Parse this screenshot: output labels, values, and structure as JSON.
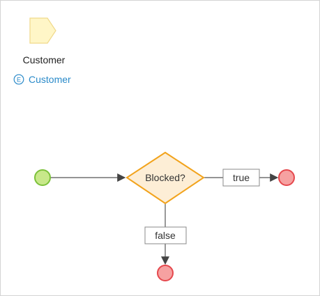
{
  "parameter": {
    "label": "Customer",
    "type_icon": "entity-icon",
    "type_label": "Customer",
    "icon_color": "#fff6c7",
    "icon_border": "#f0d98a",
    "type_color": "#2a8ac9"
  },
  "flow": {
    "start": {
      "fill": "#c8e88a",
      "stroke": "#7cc13a"
    },
    "decision": {
      "label": "Blocked?",
      "fill": "#fdeed6",
      "stroke": "#f2a31c"
    },
    "true_label": "true",
    "false_label": "false",
    "end": {
      "fill": "#f6a1a1",
      "stroke": "#e5484d"
    }
  }
}
